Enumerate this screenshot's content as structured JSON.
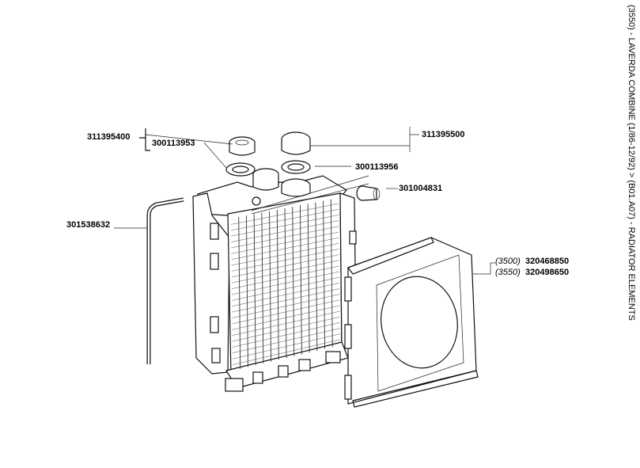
{
  "title": "(3550) - LAVERDA COMBINE (1/86-12/92) > (B01.A07) - RADIATOR ELEMENTS",
  "parts": {
    "cap_assembly_left": "311395400",
    "gasket_left": "300113953",
    "cap_assembly_right": "311395500",
    "gasket_right": "300113956",
    "plug": "301004831",
    "hose": "301538632",
    "shroud_3500_model": "(3500)",
    "shroud_3500_number": "320468850",
    "shroud_3550_model": "(3550)",
    "shroud_3550_number": "320498650"
  }
}
